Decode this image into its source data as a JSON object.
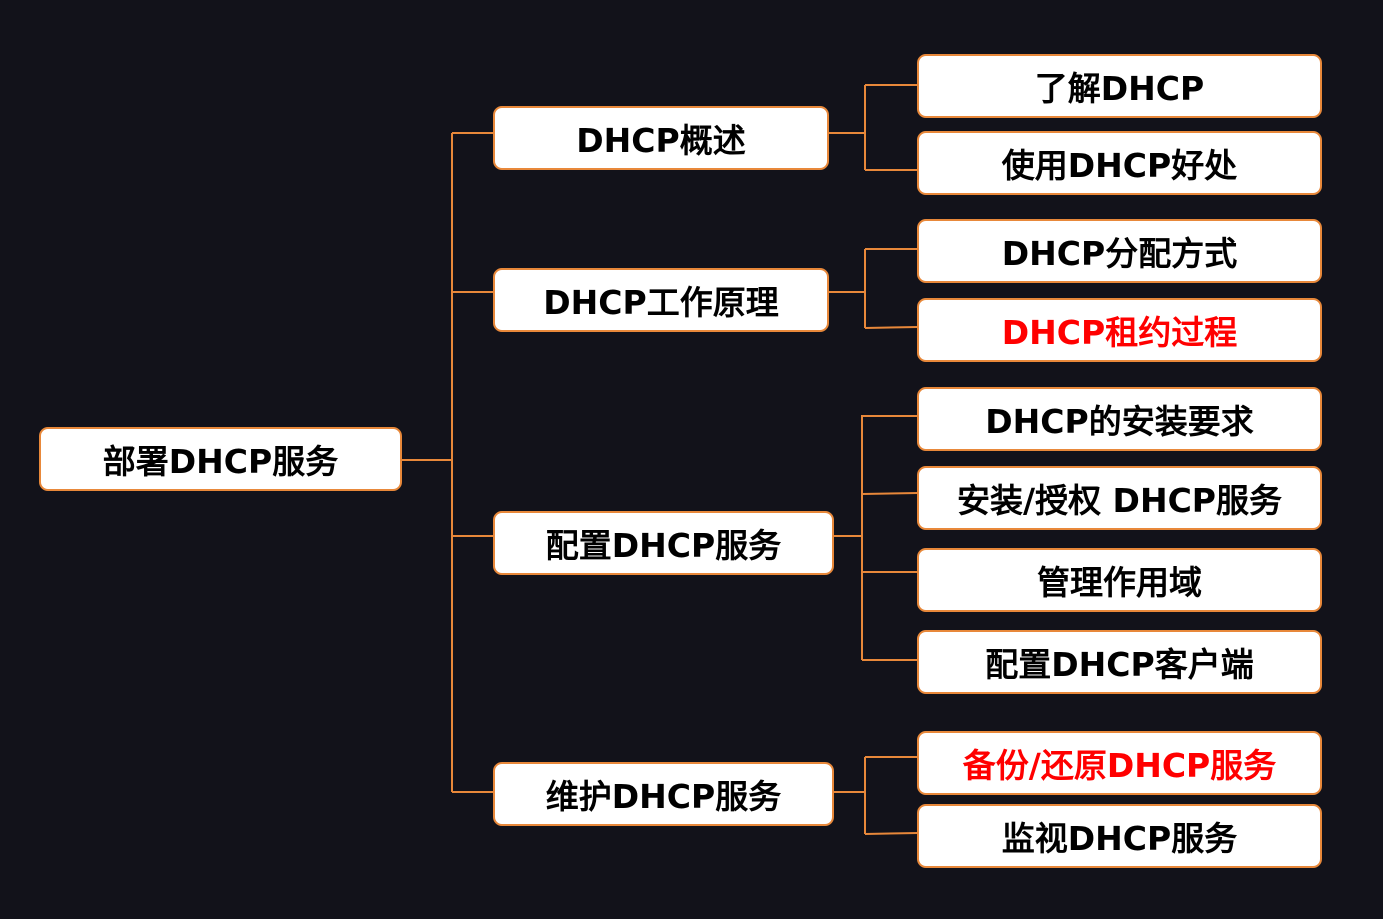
{
  "root": {
    "label": "部署DHCP服务"
  },
  "branches": [
    {
      "label": "DHCP概述",
      "children": [
        {
          "label": "了解DHCP"
        },
        {
          "label": "使用DHCP好处"
        }
      ]
    },
    {
      "label": "DHCP工作原理",
      "children": [
        {
          "label": "DHCP分配方式"
        },
        {
          "label": "DHCP租约过程",
          "highlight": true
        }
      ]
    },
    {
      "label": "配置DHCP服务",
      "children": [
        {
          "label": "DHCP的安装要求"
        },
        {
          "label": "安装/授权 DHCP服务"
        },
        {
          "label": "管理作用域"
        },
        {
          "label": "配置DHCP客户端"
        }
      ]
    },
    {
      "label": "维护DHCP服务",
      "children": [
        {
          "label": "备份/还原DHCP服务",
          "highlight": true
        },
        {
          "label": "监视DHCP服务"
        }
      ]
    }
  ],
  "colors": {
    "background": "#12121a",
    "node_fill": "#ffffff",
    "node_border": "#e8883a",
    "connector": "#e8883a",
    "text": "#000000",
    "highlight_text": "#ff0000"
  }
}
